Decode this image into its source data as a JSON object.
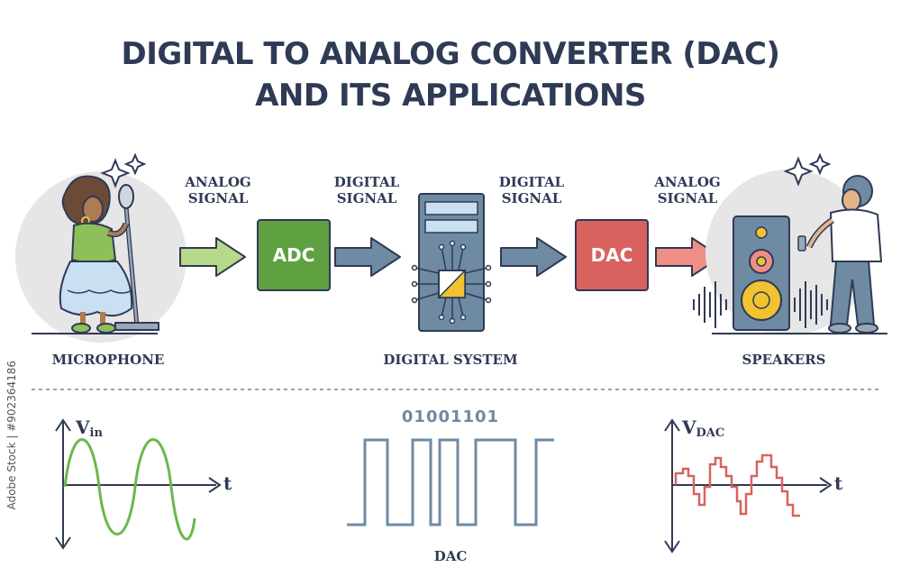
{
  "title": {
    "line1": "DIGITAL TO ANALOG CONVERTER (DAC)",
    "line2": "AND ITS APPLICATIONS"
  },
  "flow": {
    "signal_labels": [
      {
        "line1": "ANALOG",
        "line2": "SIGNAL"
      },
      {
        "line1": "DIGITAL",
        "line2": "SIGNAL"
      },
      {
        "line1": "DIGITAL",
        "line2": "SIGNAL"
      },
      {
        "line1": "ANALOG",
        "line2": "SIGNAL"
      }
    ],
    "adc_label": "ADC",
    "dac_label": "DAC",
    "captions": {
      "microphone": "MICROPHONE",
      "digital_system": "DIGITAL SYSTEM",
      "speakers": "SPEAKERS"
    }
  },
  "graphs": {
    "vin": {
      "main": "V",
      "sub": "in",
      "t": "t"
    },
    "binary_code": "01001101",
    "dac_caption": "DAC",
    "vdac": {
      "main": "V",
      "sub": "DAC",
      "t": "t"
    }
  },
  "watermark": "Adobe Stock | #902364186",
  "colors": {
    "navy": "#2f3a55",
    "adc_green": "#5fa040",
    "dac_red": "#d9625f",
    "sine_green": "#6bb84c",
    "step_red": "#d9625f",
    "square_blue": "#6f8aa3",
    "arrow_green": "#b7d98a",
    "arrow_blue": "#6f8aa3",
    "arrow_pink": "#ef8e86"
  }
}
